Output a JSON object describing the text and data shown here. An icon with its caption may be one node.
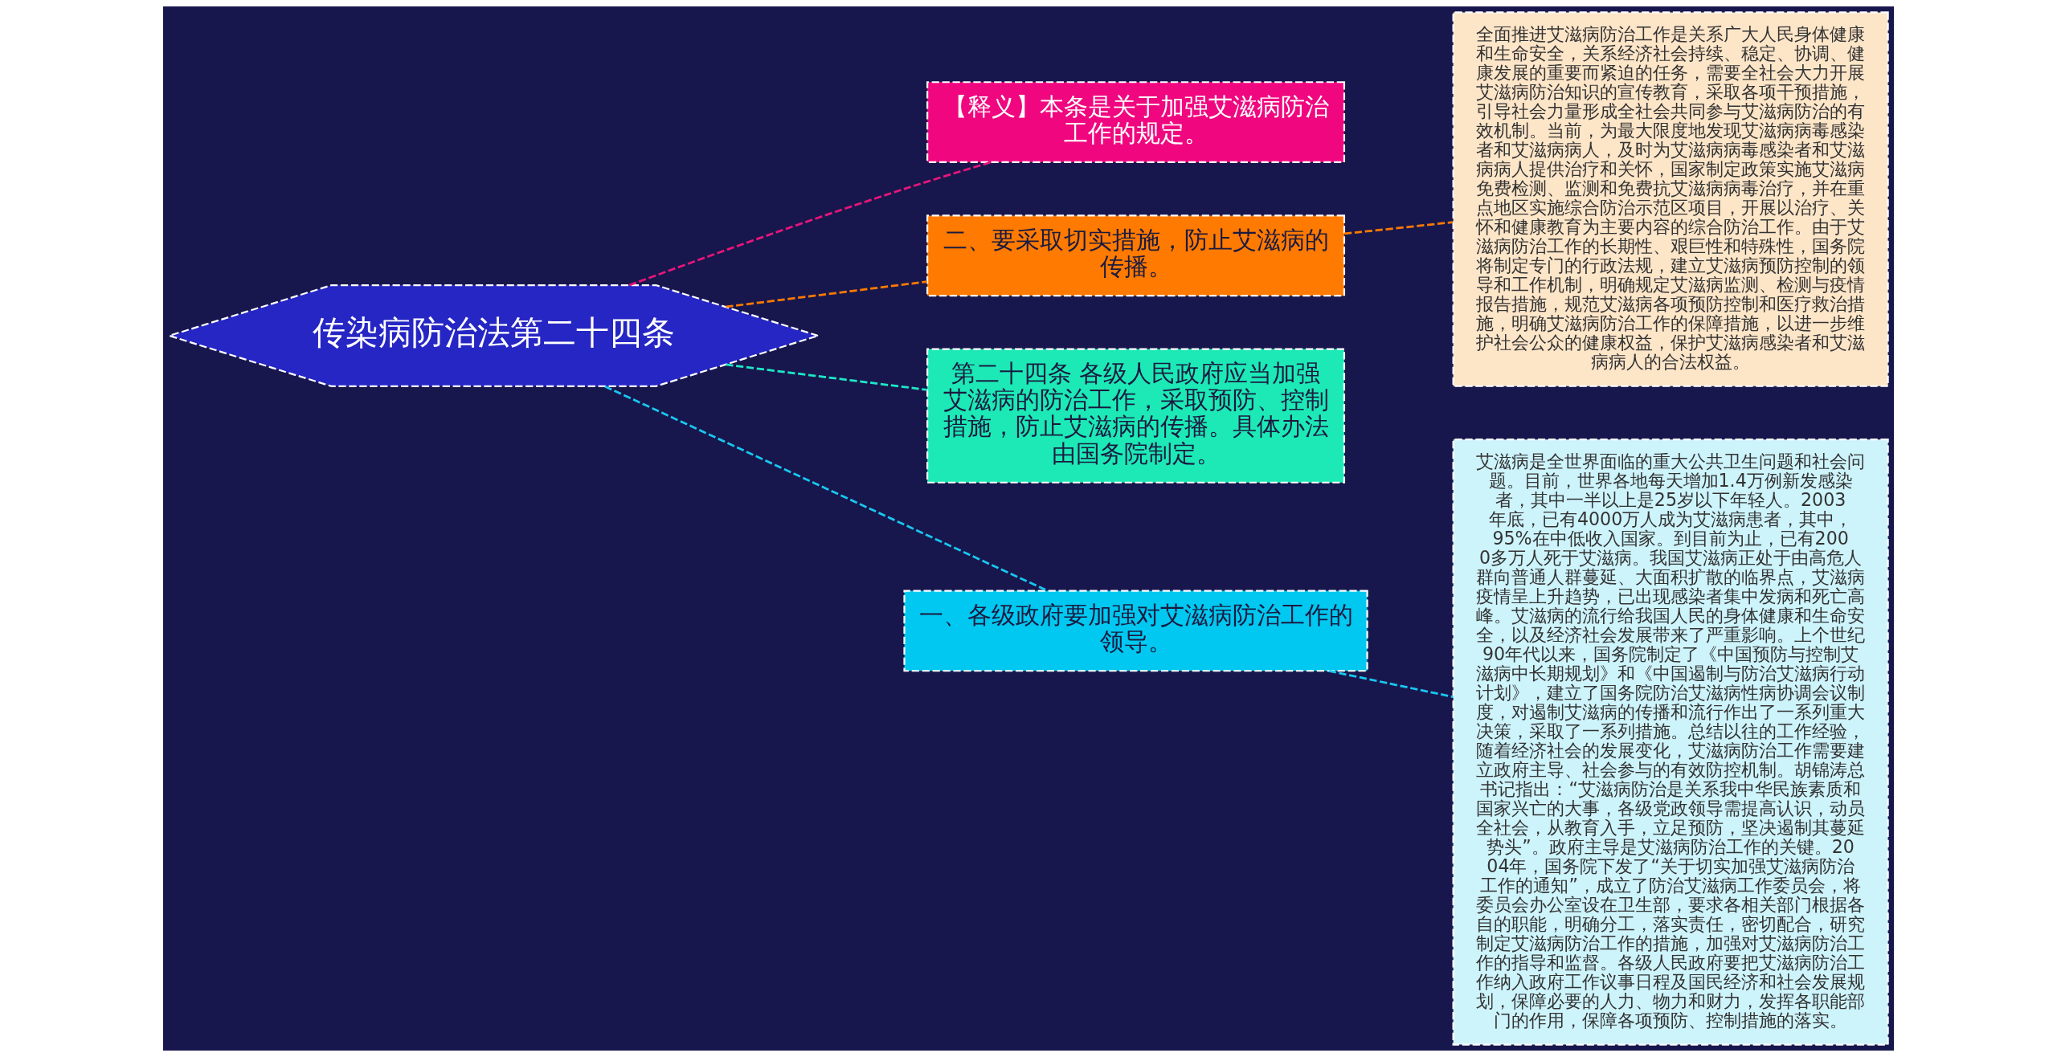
{
  "diagram": {
    "nodes": [
      {
        "text": [
          "传染病防治法第二十四条"
        ]
      },
      {
        "text": [
          "【释义】本条是关于加强艾滋病防治工作的规定。"
        ]
      },
      {
        "text": [
          "二、要采取切实措施，防止艾滋病的传播。"
        ]
      },
      {
        "text": [
          "全面推进艾滋病防治工作是关系广大人民身体健康和生命安全，关系经济社会持续、稳定、协调、健康发展的重要而紧迫的任务，需要全社会大力开展艾滋病防治知识的宣传教育，采取各项干预措施，引导社会力量形成全社会共同参与艾滋病防治的有效机制。当前，为最大限度地发现艾滋病病毒感染者和艾滋病病人，及时为艾滋病病毒感染者和艾滋病病人提供治疗和关怀，国家制定政策实施艾滋病免费检测、监测和免费抗艾滋病病毒治疗，并在重点地区实施综合防治示范区项目，开展以治疗、关怀和健康教育为主要内容的综合防治工作。由于艾滋病防治工作的长期性、艰巨性和特殊性，国务院将制定专门的行政法规，建立艾滋病预防控制的领导和工作机制，明确规定艾滋病监测、检测与疫情报告措施，规范艾滋病各项预防控制和医疗救治措施，明确艾滋病防治工作的保障措施，以进一步维护社会公众的健康权益，保护艾滋病感染者和艾滋病病人的合法权益。"
        ]
      },
      {
        "text": [
          "第二十四条 各级人民政府应当加强艾滋病的防治工作，采取预防、控制措施，防止艾滋病的传播。具体办法由国务院制定。"
        ]
      },
      {
        "text": [
          "一、各级政府要加强对艾滋病防治工作的领导。"
        ]
      },
      {
        "text": [
          "艾滋病是全世界面临的重大公共卫生问题和社会问题。目前，世界各地每天增加1.4万例新发感染者，其中一半以上是25岁以下年轻人。2003年底，已有4000万人成为艾滋病患者，其中，95%在中低收入国家。到目前为止，已有2000多万人死于艾滋病。我国艾滋病正处于由高危人群向普通人群蔓延、大面积扩散的临界点，艾滋病疫情呈上升趋势，已出现感染者集中发病和死亡高峰。艾滋病的流行给我国人民的身体健康和生命安全，以及经济社会发展带来了严重影响。上个世纪90年代以来，国务院制定了《中国预防与控制艾滋病中长期规划》和《中国遏制与防治艾滋病行动计划》，建立了国务院防治艾滋病性病协调会议制度，对遏制艾滋病的传播和流行作出了一系列重大决策，采取了一系列措施。总结以往的工作经验，随着经济社会的发展变化，艾滋病防治工作需要建立政府主导、社会参与的有效防控机制。胡锦涛总书记指出：“艾滋病防治是关系我中华民族素质和国家兴亡的大事，各级党政领导需提高认识，动员全社会，从教育入手，立足预防，坚决遏制其蔓延势头”。政府主导是艾滋病防治工作的关键。2004年，国务院下发了“关于切实加强艾滋病防治工作的通知”，成立了防治艾滋病工作委员会，将委员会办公室设在卫生部，要求各相关部门根据各自的职能，明确分工，落实责任，密切配合，研究制定艾滋病防治工作的措施，加强对艾滋病防治工作的指导和监督。各级人民政府要把艾滋病防治工作纳入政府工作议事日程及国民经济和社会发展规划，保障必要的人力、物力和财力，发挥各职能部门的作用，保障各项预防、控制措施的落实。"
        ]
      }
    ],
    "edges": [
      {
        "from": 0,
        "to": 1,
        "arrow": "none",
        "style": "dashed",
        "color": "#e8157a"
      },
      {
        "from": 0,
        "to": 2,
        "arrow": "none",
        "style": "dashed",
        "color": "#ff7a00"
      },
      {
        "from": 2,
        "to": 3,
        "arrow": "none",
        "style": "dashed",
        "color": "#ff7a00"
      },
      {
        "from": 0,
        "to": 4,
        "arrow": "none",
        "style": "dashed",
        "color": "#1de9c6"
      },
      {
        "from": 0,
        "to": 5,
        "arrow": "none",
        "style": "dashed",
        "color": "#18c8f0"
      },
      {
        "from": 5,
        "to": 6,
        "arrow": "none",
        "style": "dashed",
        "color": "#18c8f0"
      }
    ]
  }
}
